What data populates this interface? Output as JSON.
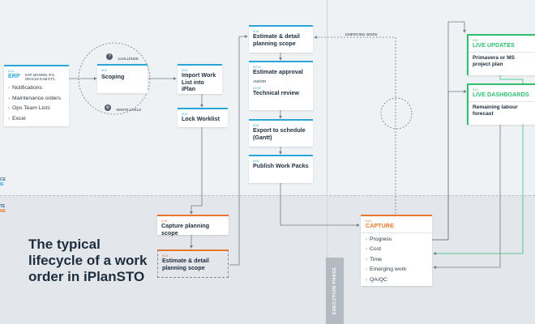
{
  "erp": {
    "code": "001",
    "title": "ERP",
    "systems": "SAP, MAXIMO, IFS, ORACLE EAM ETC.",
    "items": [
      "Notifications",
      "Maintenance orders",
      "Ops Team Lists",
      "Excel"
    ]
  },
  "scoping": {
    "code": "002",
    "title": "Scoping",
    "challenge": "CHALLENGE",
    "montecarlo": "MONTE CARLO"
  },
  "import_worklist": {
    "code": "003",
    "title": "Import Work List into iPlan"
  },
  "lock_worklist": {
    "code": "004",
    "title": "Lock Worklist"
  },
  "capture_scope": {
    "code": "005",
    "title": "Capture planning scope"
  },
  "estimate_detail_dashed": {
    "code": "006",
    "title": "Estimate & detail planning scope"
  },
  "estimate_detail": {
    "code": "006",
    "title": "Estimate & detail planning scope"
  },
  "estimate_approval": {
    "code": "007A",
    "title": "Estimate approval",
    "andor": "AND/OR",
    "code2": "007B",
    "title2": "Technical review"
  },
  "export_schedule": {
    "code": "008",
    "title": "Export to schedule (Gantt)"
  },
  "publish": {
    "code": "009",
    "title": "Publish Work Packs"
  },
  "emerging_label": "EMERGING WORK",
  "capture": {
    "code": "010",
    "title": "CAPTURE",
    "items": [
      "Progress",
      "Cost",
      "Time",
      "Emerging work",
      "QA/QC"
    ]
  },
  "live_updates": {
    "code": "011",
    "title": "LIVE UPDATES",
    "body": "Primavera or MS project plan"
  },
  "live_dashboards": {
    "code": "012",
    "title": "LIVE DASHBOARDS",
    "body": "Remaining labour forecast"
  },
  "headline": "The typical lifecycle of a work order in iPlanSTO",
  "execution_phase": "EXECUTION PHASE",
  "edge_labels": {
    "upper_a": "CE",
    "upper_b": "IE",
    "lower_a": "TE",
    "lower_b": "NE"
  },
  "colors": {
    "blue": "#2aa7d6",
    "orange": "#e9772b",
    "green": "#2fbf71"
  }
}
